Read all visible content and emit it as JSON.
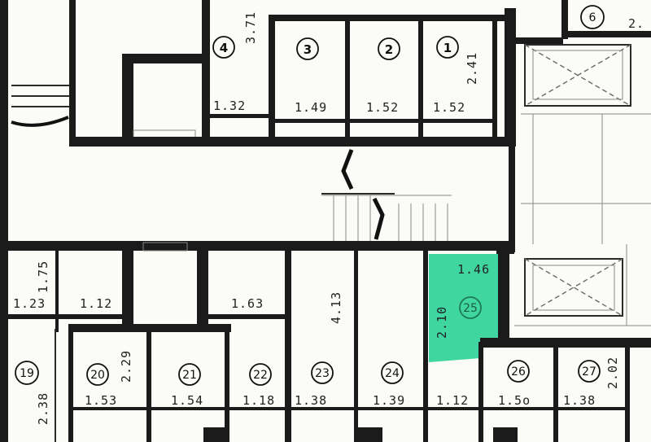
{
  "highlight_color": "#2fd39a",
  "wall_color": "#1b1b1b",
  "top_row": {
    "units": [
      {
        "number": "4",
        "area": "1.32"
      },
      {
        "number": "3",
        "area": "1.49"
      },
      {
        "number": "2",
        "area": "1.52"
      },
      {
        "number": "1",
        "area": "1.52"
      },
      {
        "number": "6",
        "area": "2."
      }
    ],
    "dims": {
      "vertical_a": "3.71",
      "vertical_b": "2.41"
    }
  },
  "middle_row": {
    "dims": {
      "d1": "1.75",
      "d2": "1.23",
      "d3": "1.12",
      "d4": "1.63",
      "d5": "4.13",
      "d6": "1.46",
      "d7": "2.10"
    },
    "highlighted_unit": {
      "number": "25"
    }
  },
  "bottom_row": {
    "units": [
      {
        "number": "19",
        "area": "2.38"
      },
      {
        "number": "20",
        "area": "1.53"
      },
      {
        "number": "21",
        "area": "1.54"
      },
      {
        "number": "22",
        "area": "1.18"
      },
      {
        "number": "23",
        "area": "1.38"
      },
      {
        "number": "24",
        "area": "1.39"
      },
      {
        "number": "",
        "area": "1.12"
      },
      {
        "number": "26",
        "area": "1.5o"
      },
      {
        "number": "27",
        "area": "1.38"
      }
    ],
    "dims": {
      "d20": "2.29",
      "d27": "2.02"
    }
  }
}
